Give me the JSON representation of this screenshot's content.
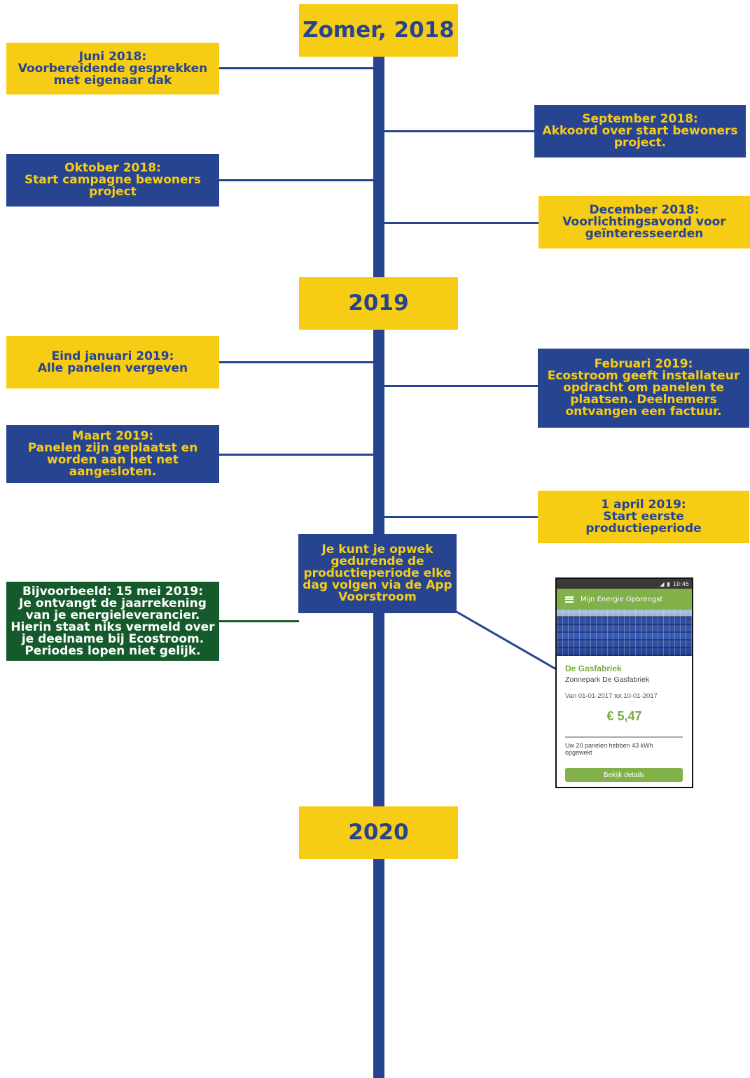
{
  "years": {
    "y2018": "Zomer, 2018",
    "y2019": "2019",
    "y2020": "2020"
  },
  "events": {
    "juni2018": [
      "Juni 2018:",
      "Voorbereidende gesprekken",
      "met eigenaar dak"
    ],
    "sep2018": [
      "September 2018:",
      "Akkoord over start bewoners",
      "project."
    ],
    "okt2018": [
      "Oktober 2018:",
      "Start campagne bewoners",
      "project"
    ],
    "dec2018": [
      "December 2018:",
      "Voorlichtingsavond voor",
      "geïnteresseerden"
    ],
    "jan2019": [
      "Eind januari 2019:",
      "Alle panelen vergeven"
    ],
    "feb2019": [
      "Februari 2019:",
      "Ecostroom geeft installateur",
      "opdracht om panelen te",
      "plaatsen. Deelnemers",
      "ontvangen een factuur."
    ],
    "mrt2019": [
      "Maart 2019:",
      "Panelen zijn geplaatst en",
      "worden aan het net",
      "aangesloten."
    ],
    "apr2019": [
      "1 april 2019:",
      "Start eerste",
      "productieperiode"
    ],
    "app": [
      "Je kunt je opwek",
      "gedurende de",
      "productieperiode elke",
      "dag volgen via de App",
      "Voorstroom"
    ],
    "mei2019": [
      "Bijvoorbeeld: 15 mei 2019:",
      "Je ontvangt de jaarrekening",
      "van je energieleverancier.",
      "Hierin staat niks vermeld over",
      "je deelname bij Ecostroom.",
      "Periodes lopen niet gelijk."
    ]
  },
  "phone": {
    "time": "10:45",
    "app_title": "Mijn Energie Opbrengst",
    "project_name": "De Gasfabriek",
    "project_sub": "Zonnepark De Gasfabriek",
    "range": "Van 01-01-2017 tot 10-01-2017",
    "amount": "€ 5,47",
    "note": "Uw 20 panelen hebben 43 kWh opgewekt",
    "button": "Bekijk details"
  },
  "colors": {
    "navy": "#274491",
    "yellow": "#f6cc15",
    "green": "#155a2b",
    "app_green": "#82b049"
  }
}
